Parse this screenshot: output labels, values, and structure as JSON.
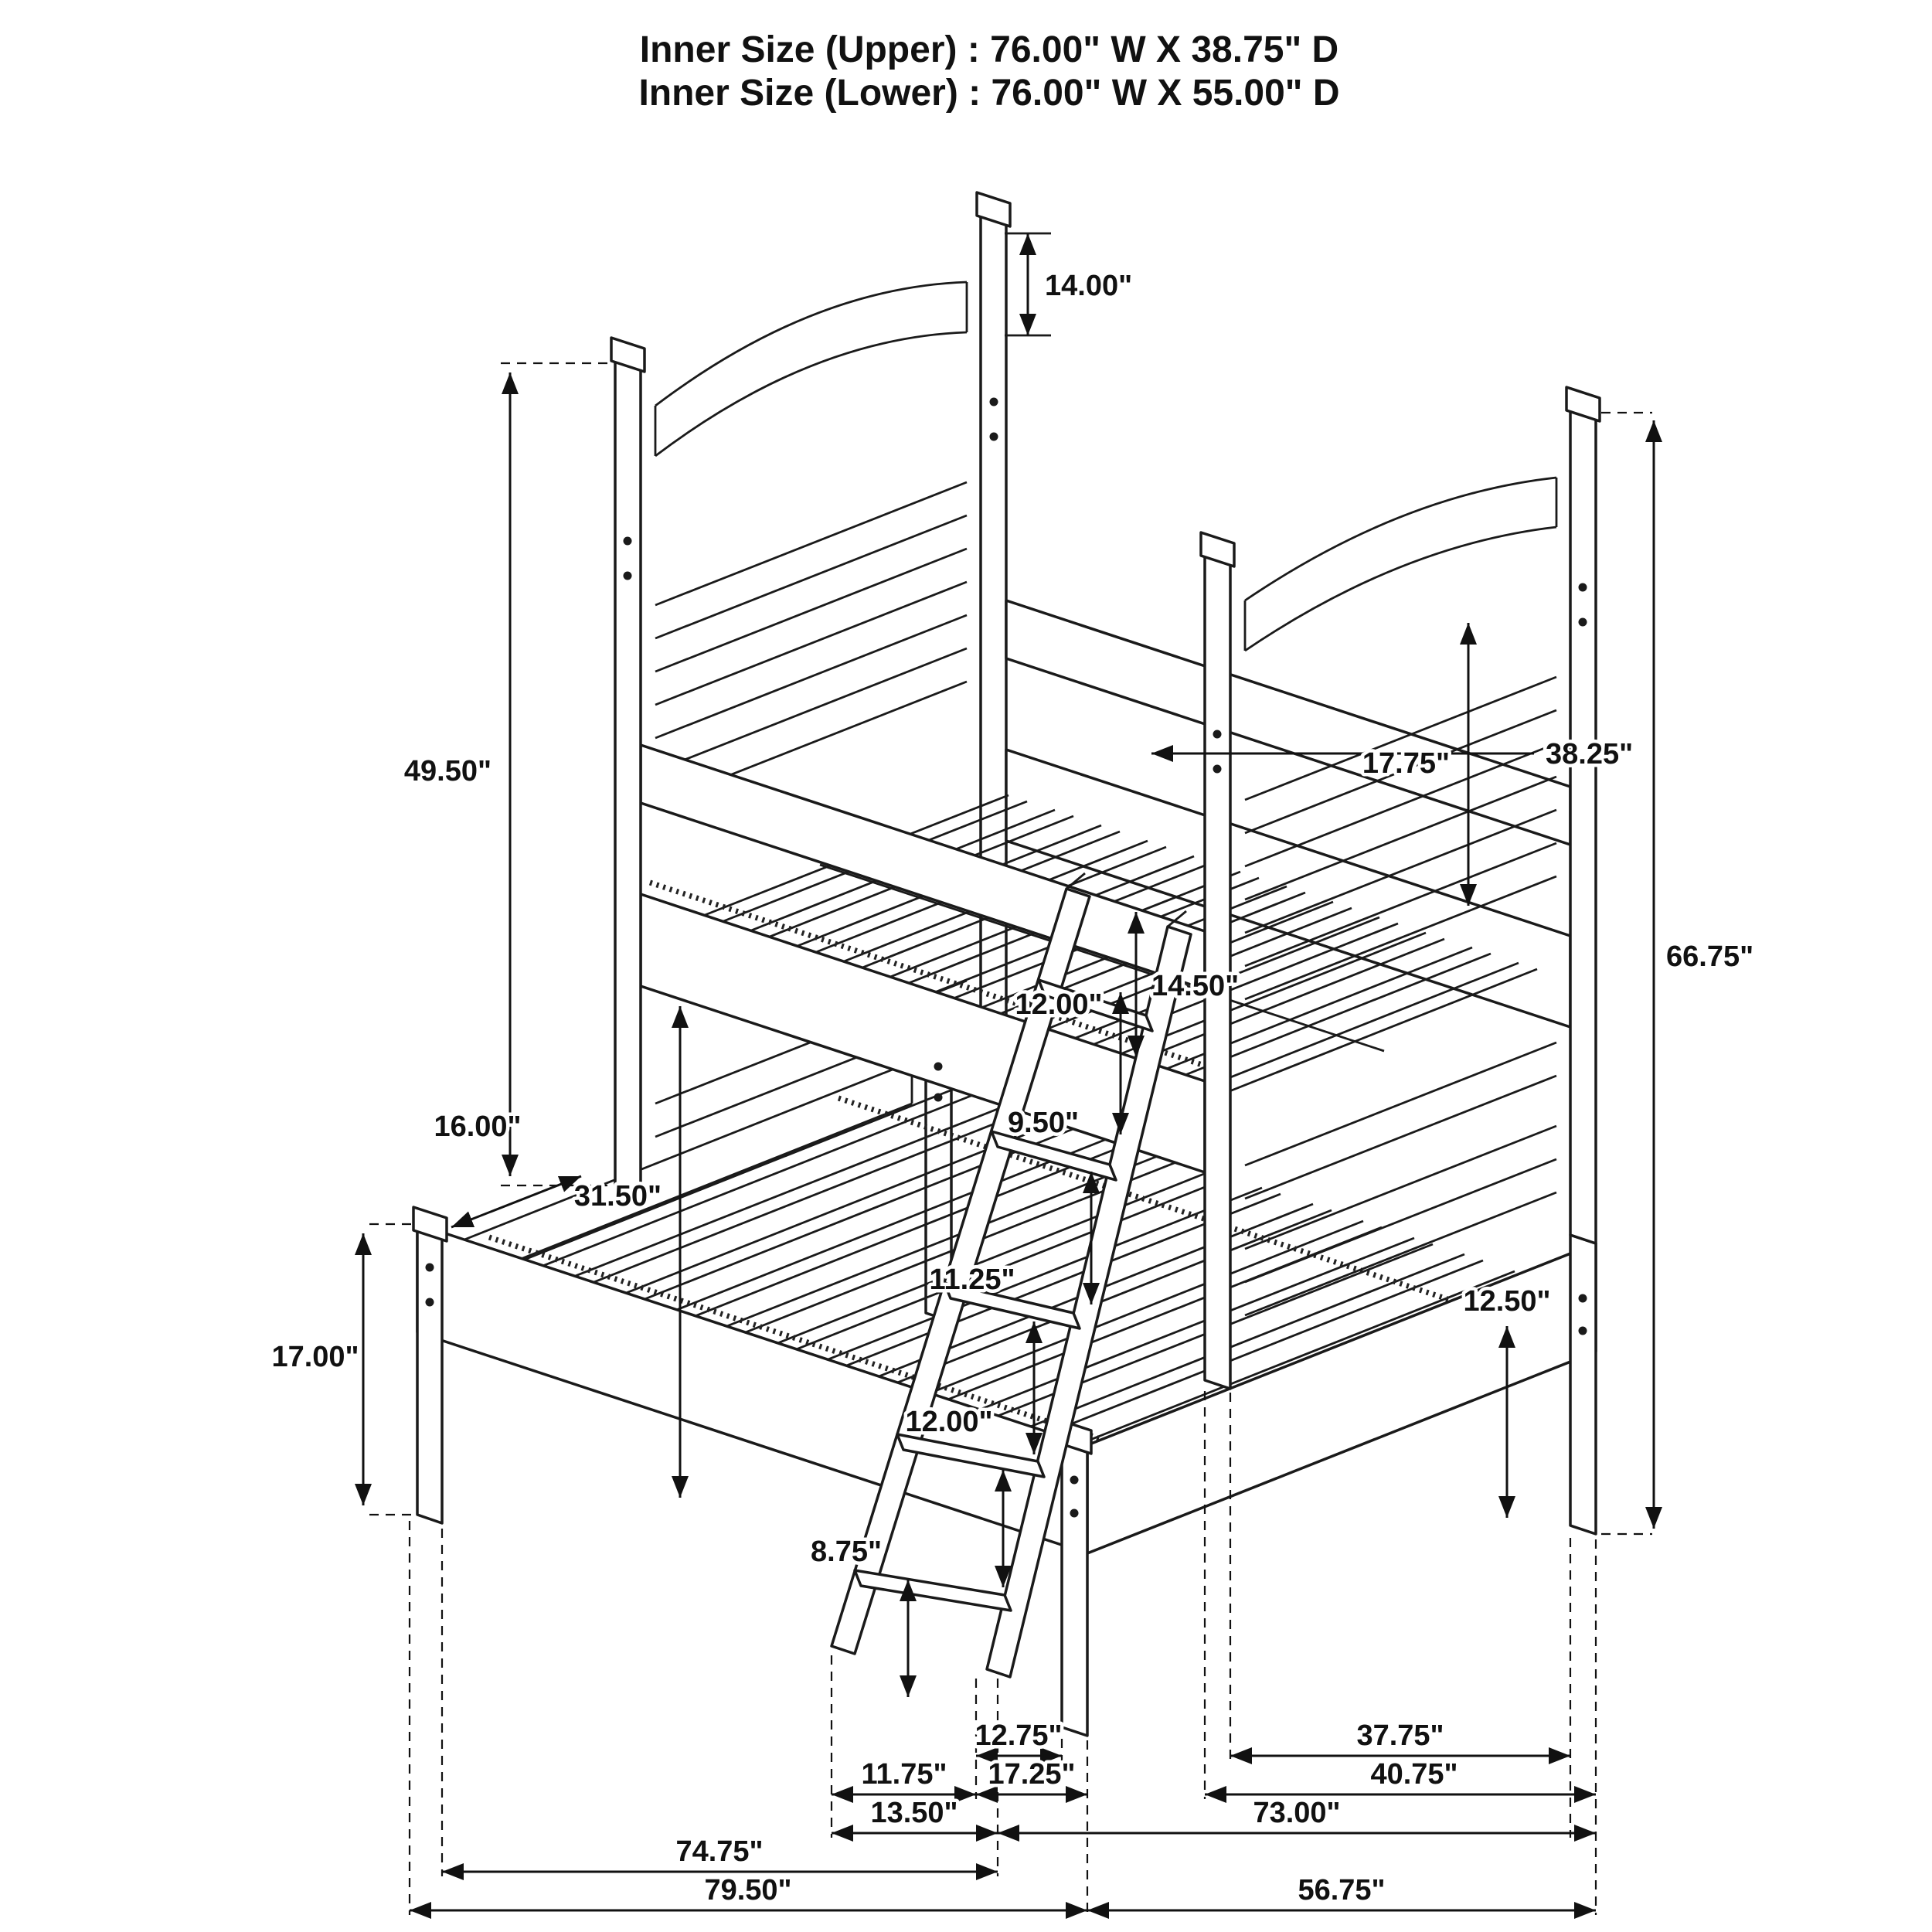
{
  "title": {
    "line1": "Inner Size (Upper) :  76.00\" W X 38.75\" D",
    "line2": "Inner Size (Lower) :  76.00\" W X 55.00\" D"
  },
  "dimensions": {
    "d14_00": "14.00\"",
    "d38_25": "38.25\"",
    "d49_50": "49.50\"",
    "d31_50": "31.50\"",
    "d16_00": "16.00\"",
    "d14_50": "14.50\"",
    "d66_75": "66.75\"",
    "d17_75": "17.75\"",
    "d12_00_upper": "12.00\"",
    "d17_00": "17.00\"",
    "d9_50": "9.50\"",
    "d11_25": "11.25\"",
    "d12_50": "12.50\"",
    "d12_00_lower": "12.00\"",
    "d8_75": "8.75\"",
    "d12_75": "12.75\"",
    "d11_75": "11.75\"",
    "d17_25": "17.25\"",
    "d37_75": "37.75\"",
    "d13_50": "13.50\"",
    "d40_75": "40.75\"",
    "d73_00": "73.00\"",
    "d74_75": "74.75\"",
    "d79_50": "79.50\"",
    "d56_75": "56.75\""
  },
  "colors": {
    "line": "#1a1a1a",
    "background": "#ffffff"
  }
}
